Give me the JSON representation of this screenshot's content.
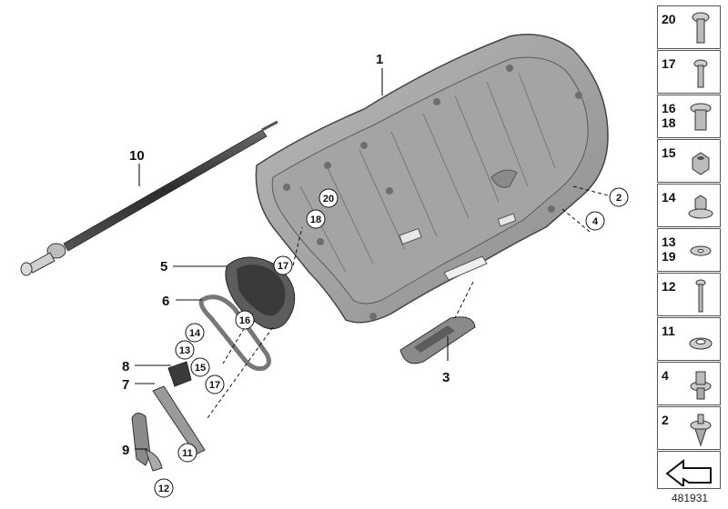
{
  "diagram": {
    "callouts": {
      "c1": "1",
      "c2": "2",
      "c3": "3",
      "c4": "4",
      "c5": "5",
      "c6": "6",
      "c7": "7",
      "c8": "8",
      "c9": "9",
      "c10": "10"
    },
    "circled": {
      "n20": "20",
      "n18": "18",
      "n17a": "17",
      "n16": "16",
      "n14": "14",
      "n13": "13",
      "n15": "15",
      "n17b": "17",
      "n11": "11",
      "n12": "12",
      "n2": "2",
      "n4": "4"
    }
  },
  "legend": {
    "items": [
      {
        "label": "20",
        "icon": "torx-screw-icon"
      },
      {
        "label": "17",
        "icon": "screw-icon"
      },
      {
        "label": "16\n18",
        "icon": "expanding-nut-icon"
      },
      {
        "label": "15",
        "icon": "hex-nut-icon"
      },
      {
        "label": "14",
        "icon": "flange-nut-icon"
      },
      {
        "label": "13\n19",
        "icon": "washer-icon"
      },
      {
        "label": "12",
        "icon": "bolt-icon"
      },
      {
        "label": "11",
        "icon": "cup-washer-icon"
      },
      {
        "label": "4",
        "icon": "clip-icon"
      },
      {
        "label": "2",
        "icon": "spreading-rivet-icon"
      },
      {
        "label": "",
        "icon": "arrow-icon"
      }
    ]
  },
  "reference": "481931"
}
